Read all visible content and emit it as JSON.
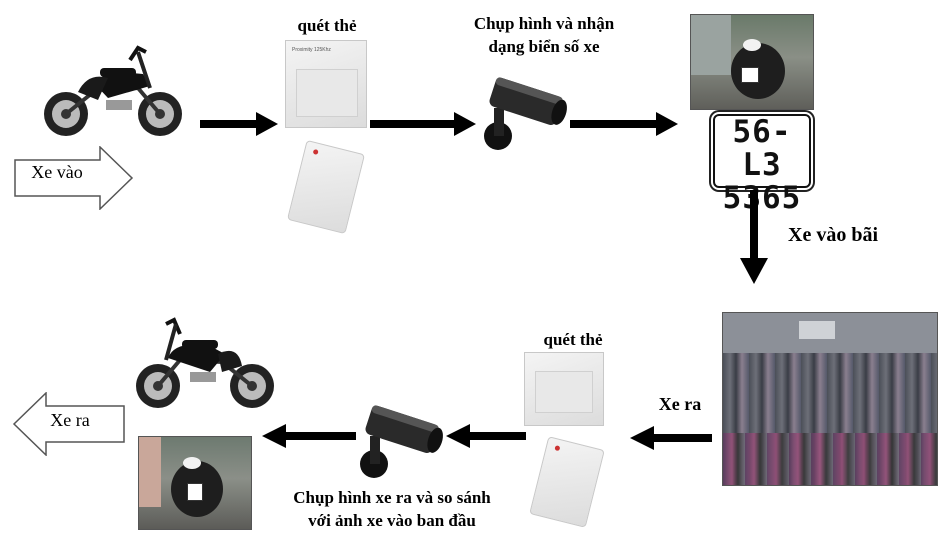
{
  "labels": {
    "xe_vao": "Xe vào",
    "quet_the_top": "quét thẻ",
    "chup_hinh_line1": "Chụp hình và nhận",
    "chup_hinh_line2": "dạng biển số xe",
    "xe_vao_bai": "Xe vào bãi",
    "xe_ra_mid": "Xe ra",
    "quet_the_bottom": "quét thẻ",
    "chup_ra_line1": "Chụp hình xe ra và so sánh",
    "chup_ra_line2": "với ảnh xe vào ban đầu",
    "xe_ra_left": "Xe ra"
  },
  "plate": {
    "line1": "56-L3",
    "line2": "5365"
  },
  "card_caption": "Proximity 125Khz",
  "icons": [
    "motorbike-icon",
    "rfid-card-icon",
    "security-camera-icon",
    "parking-lot-photo",
    "license-plate",
    "arrow-icon"
  ],
  "colors": {
    "arrow": "#000000",
    "text": "#000000",
    "plate_border": "#111111"
  }
}
